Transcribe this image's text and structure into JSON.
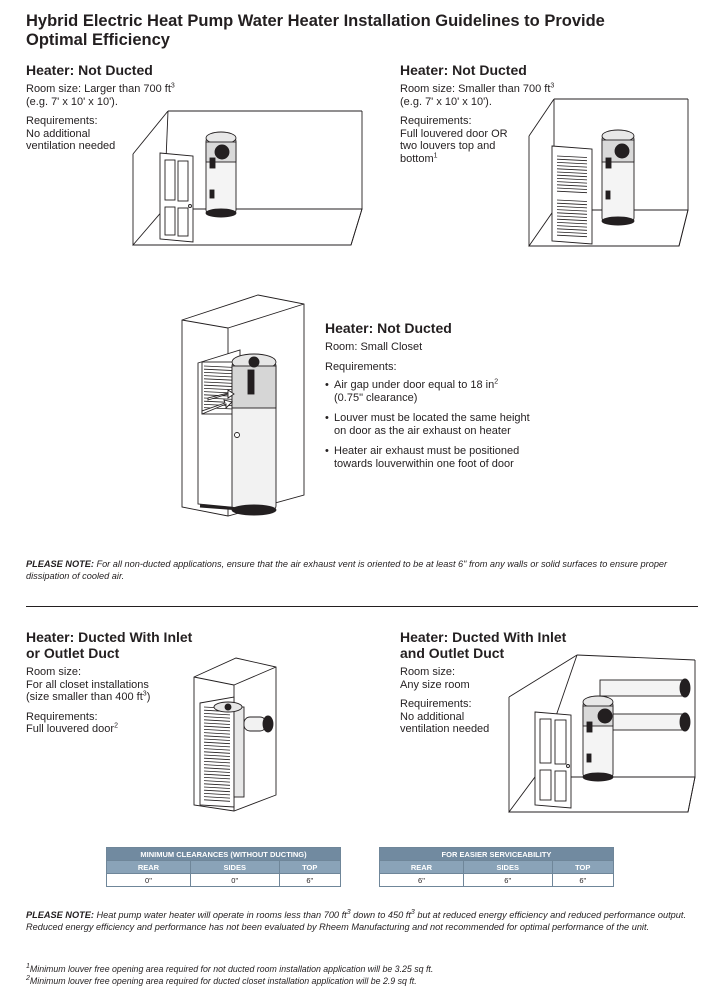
{
  "title": "Hybrid Electric Heat Pump Water Heater Installation Guidelines to Provide Optimal Efficiency",
  "sec1": {
    "heading": "Heater: Not Ducted",
    "room_size_label": "Room size: Larger than 700 ft",
    "room_size_sup": "3",
    "example": "(e.g. 7' x 10' x 10').",
    "req_label": "Requirements:",
    "req_line1": "No additional",
    "req_line2": "ventilation needed"
  },
  "sec2": {
    "heading": "Heater: Not Ducted",
    "room_size_label": "Room size: Smaller than 700 ft",
    "room_size_sup": "3",
    "example": "(e.g. 7' x 10' x 10').",
    "req_label": "Requirements:",
    "req_line1": "Full louvered door OR",
    "req_line2": "two louvers top and",
    "req_line3": "bottom",
    "req_sup": "1"
  },
  "sec3": {
    "heading": "Heater: Not Ducted",
    "room": "Room: Small Closet",
    "req_label": "Requirements:",
    "bullet1_a": "Air gap under door equal to 18 in",
    "bullet1_sup": "2",
    "bullet1_b": "(0.75\" clearance)",
    "bullet2_a": "Louver must be located the same height",
    "bullet2_b": "on door as the air exhaust on heater",
    "bullet3_a": "Heater air exhaust must be positioned",
    "bullet3_b": "towards louverwithin one foot of door"
  },
  "note1": {
    "label": "PLEASE NOTE:",
    "text": " For all non-ducted applications, ensure that the air exhaust vent is oriented to be at least 6\" from any walls or solid surfaces to ensure proper dissipation of cooled air."
  },
  "sec4": {
    "heading1": "Heater: Ducted With Inlet",
    "heading2": "or Outlet Duct",
    "room_label": "Room size:",
    "room_line1": "For all closet installations",
    "room_line2a": "(size smaller than 400 ft",
    "room_line2sup": "3",
    "room_line2b": ")",
    "req_label": "Requirements:",
    "req_line1": "Full louvered door",
    "req_sup": "2"
  },
  "sec5": {
    "heading1": "Heater: Ducted With Inlet",
    "heading2": "and Outlet Duct",
    "room_label": "Room size:",
    "room_line1": "Any size room",
    "req_label": "Requirements:",
    "req_line1": "No additional",
    "req_line2": "ventilation needed"
  },
  "table1": {
    "title": "MINIMUM CLEARANCES (WITHOUT DUCTING)",
    "headers": [
      "REAR",
      "SIDES",
      "TOP"
    ],
    "values": [
      "0\"",
      "0\"",
      "6\""
    ]
  },
  "table2": {
    "title": "FOR EASIER SERVICEABILITY",
    "headers": [
      "REAR",
      "SIDES",
      "TOP"
    ],
    "values": [
      "6\"",
      "6\"",
      "6\""
    ]
  },
  "note2": {
    "label": "PLEASE NOTE:",
    "text_a": " Heat pump water heater will operate in rooms less than 700 ft",
    "sup_a": "3",
    "text_b": " down to 450 ft",
    "sup_b": "3",
    "text_c": " but at reduced energy efficiency and reduced performance output. Reduced energy efficiency and performance has not been evaluated by Rheem Manufacturing and not recommended for optimal performance of the unit."
  },
  "footnotes": [
    {
      "mark": "1",
      "text": "Minimum louver free opening area required for not ducted room installation application will be 3.25 sq ft."
    },
    {
      "mark": "2",
      "text": "Minimum louver free opening area required for ducted closet installation application will be 2.9 sq ft."
    }
  ]
}
